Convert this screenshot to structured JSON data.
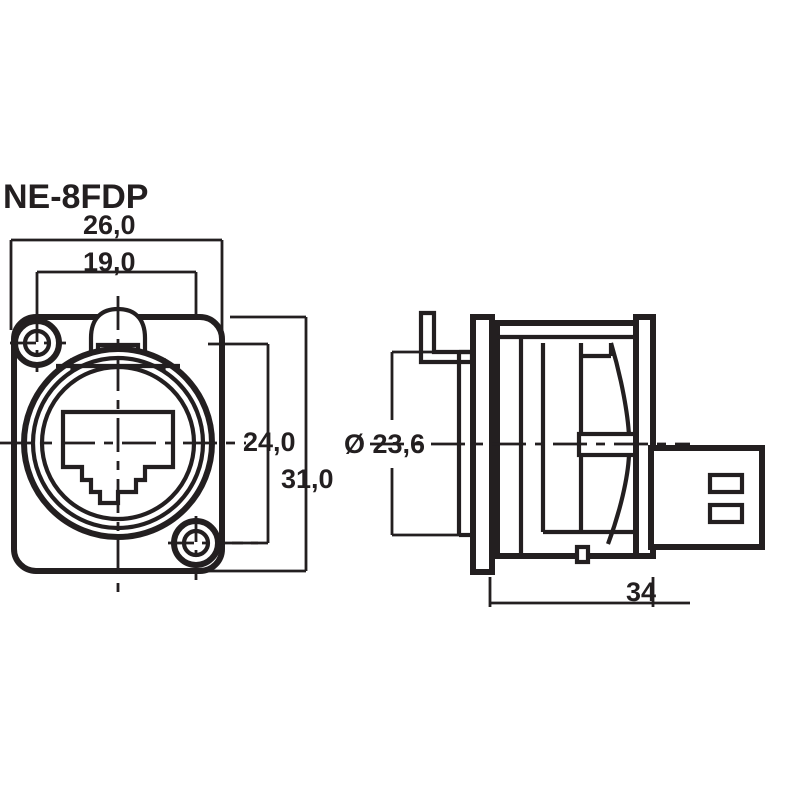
{
  "drawing": {
    "title": "NE-8FDP",
    "product_type": "RJ45 panel connector technical drawing",
    "units_note": "",
    "views": {
      "front": {
        "name": "front-view",
        "dimensions": {
          "width_outer": "26,0",
          "width_inner": "19,0",
          "height_inner": "24,0",
          "height_outer": "31,0"
        }
      },
      "side": {
        "name": "side-view",
        "dimensions": {
          "diameter": "Ø 23,6",
          "depth": "34"
        }
      }
    },
    "labels": {
      "dim_26": "26,0",
      "dim_19": "19,0",
      "dim_24": "24,0",
      "dim_31": "31,0",
      "dim_diameter": "Ø 23,6",
      "dim_34": "34"
    },
    "colors": {
      "line": "#231f20",
      "background": "#ffffff"
    }
  }
}
